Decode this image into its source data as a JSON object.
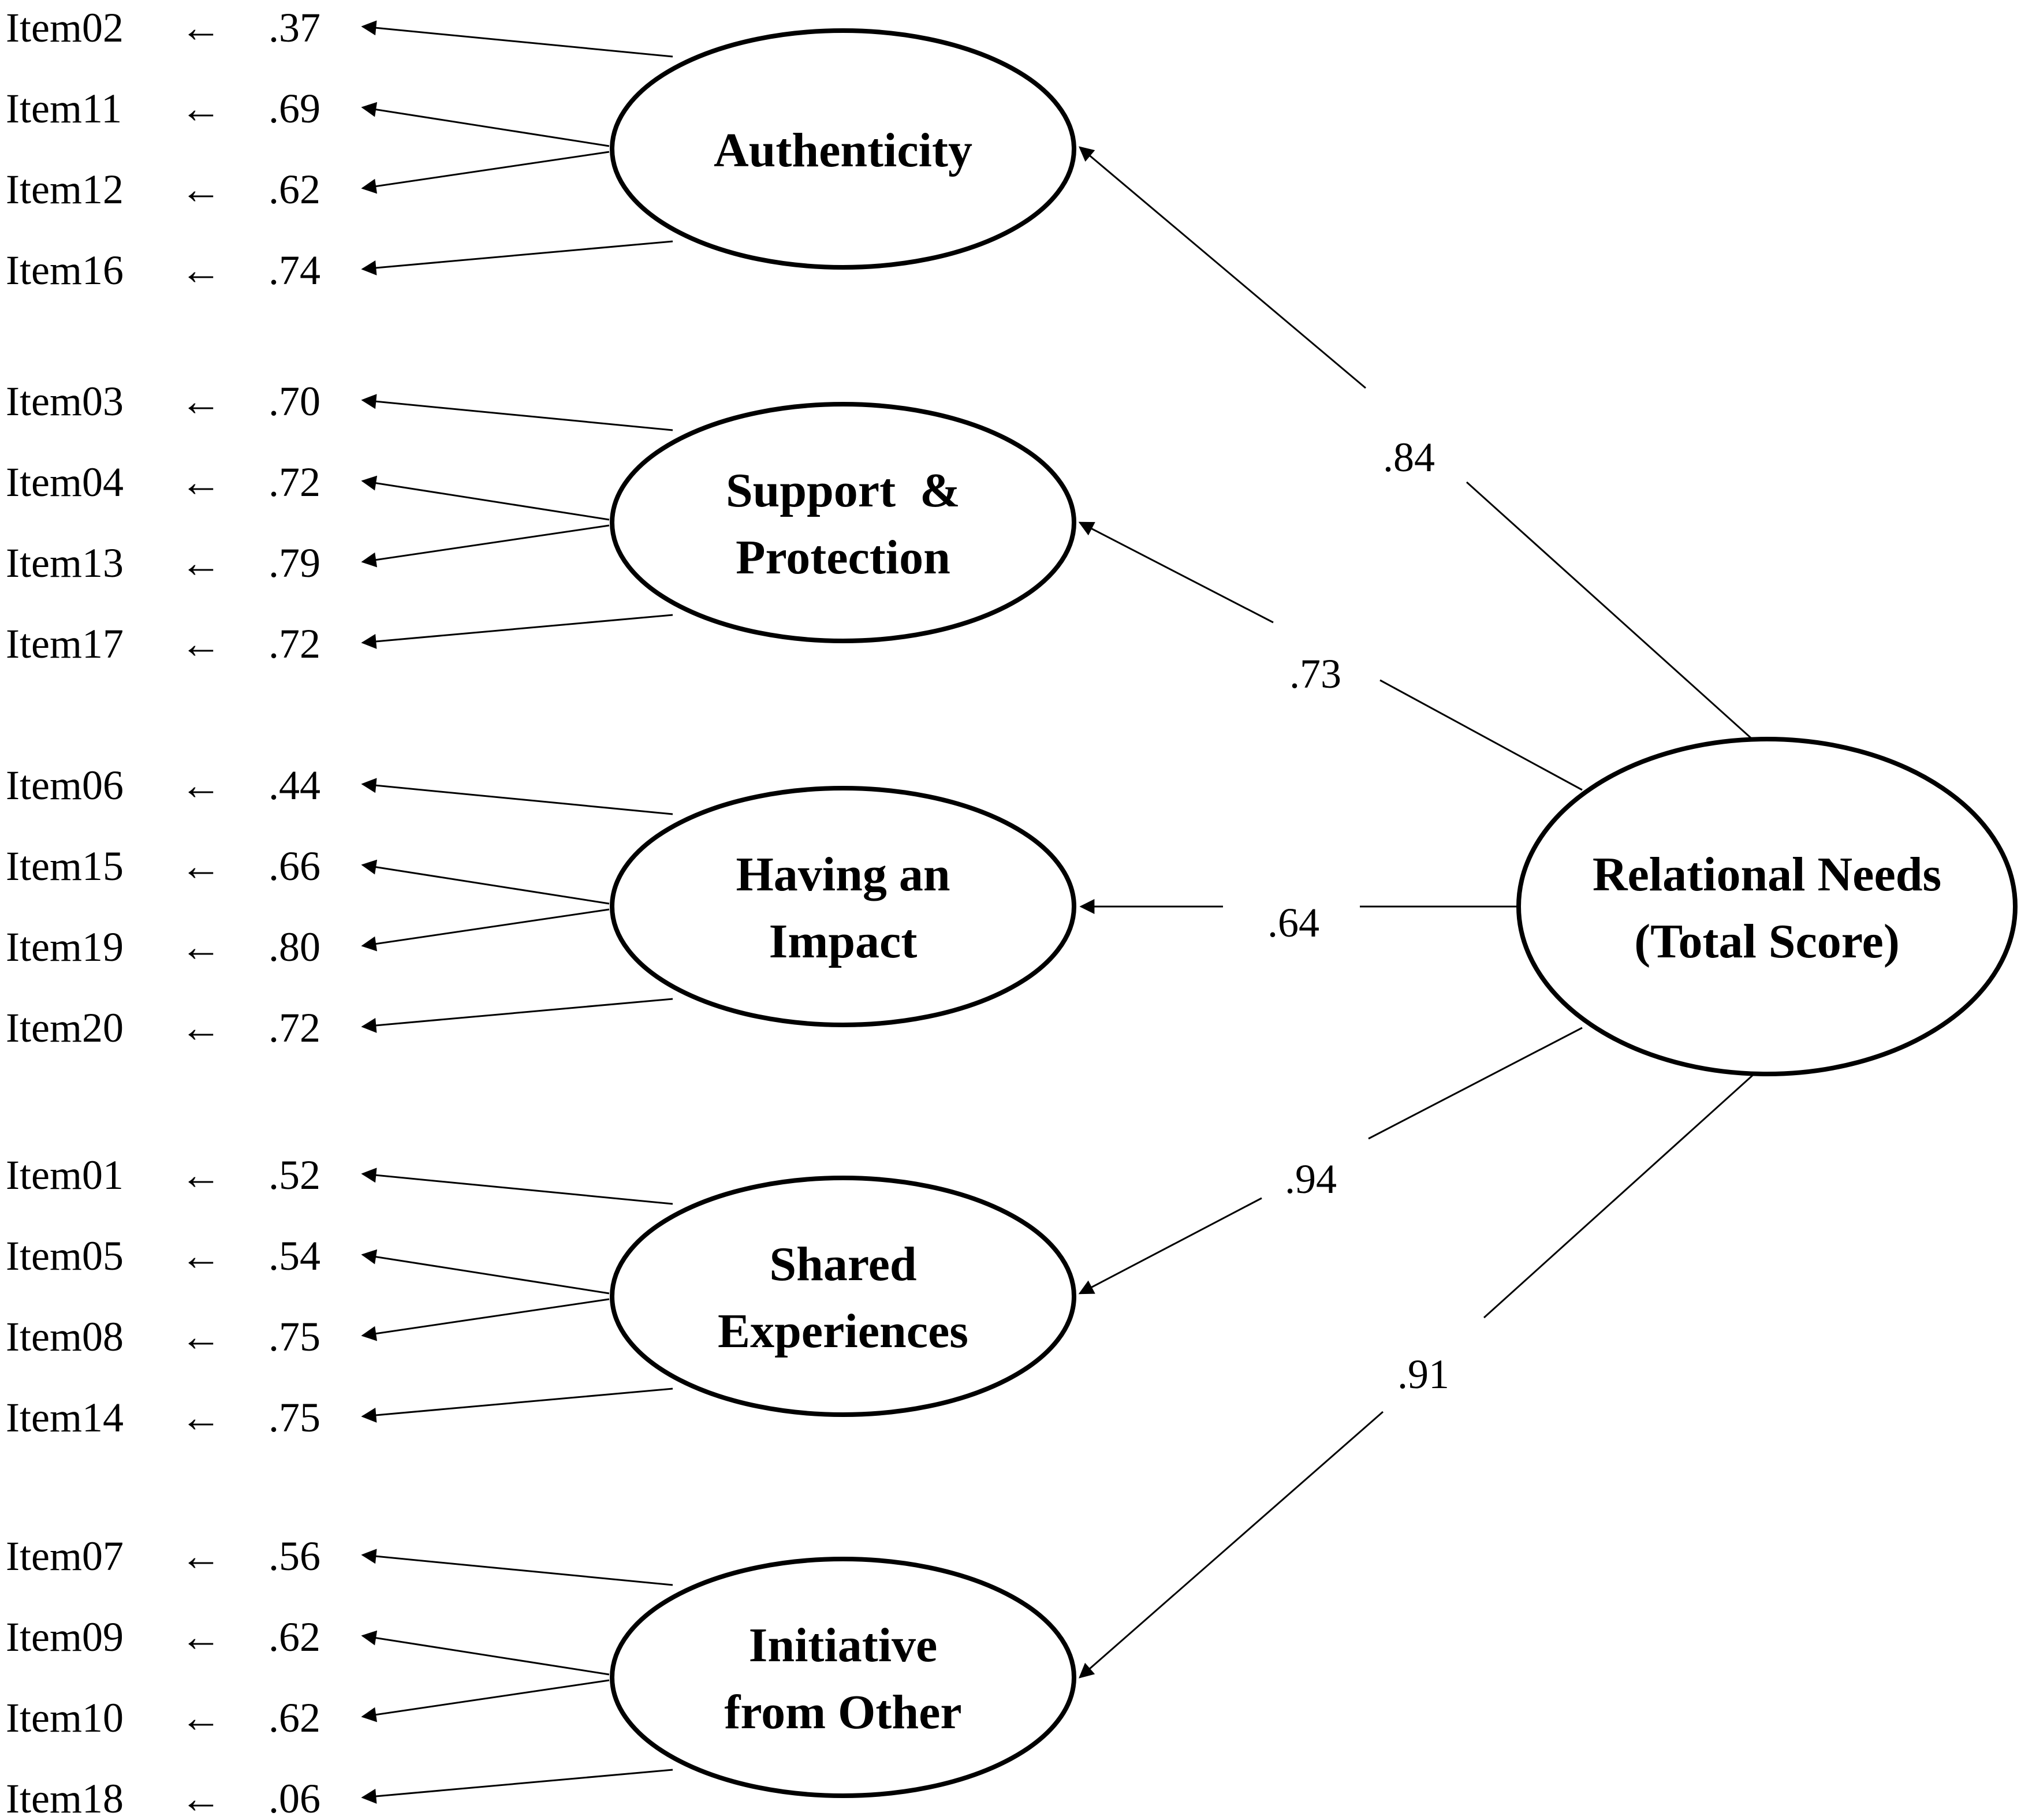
{
  "diagram": {
    "item_arrow_glyph": "←",
    "higher_factor": {
      "label_lines": [
        "Relational Needs",
        "(Total Score)"
      ]
    },
    "factors": [
      {
        "label_lines": [
          "Authenticity"
        ],
        "path_value": ".84",
        "items": [
          {
            "name": "Item02",
            "loading": ".37"
          },
          {
            "name": "Item11",
            "loading": ".69"
          },
          {
            "name": "Item12",
            "loading": ".62"
          },
          {
            "name": "Item16",
            "loading": ".74"
          }
        ]
      },
      {
        "label_lines": [
          "Support  &",
          "Protection"
        ],
        "path_value": ".73",
        "items": [
          {
            "name": "Item03",
            "loading": ".70"
          },
          {
            "name": "Item04",
            "loading": ".72"
          },
          {
            "name": "Item13",
            "loading": ".79"
          },
          {
            "name": "Item17",
            "loading": ".72"
          }
        ]
      },
      {
        "label_lines": [
          "Having an",
          "Impact"
        ],
        "path_value": ".64",
        "items": [
          {
            "name": "Item06",
            "loading": ".44"
          },
          {
            "name": "Item15",
            "loading": ".66"
          },
          {
            "name": "Item19",
            "loading": ".80"
          },
          {
            "name": "Item20",
            "loading": ".72"
          }
        ]
      },
      {
        "label_lines": [
          "Shared",
          "Experiences"
        ],
        "path_value": ".94",
        "items": [
          {
            "name": "Item01",
            "loading": ".52"
          },
          {
            "name": "Item05",
            "loading": ".54"
          },
          {
            "name": "Item08",
            "loading": ".75"
          },
          {
            "name": "Item14",
            "loading": ".75"
          }
        ]
      },
      {
        "label_lines": [
          "Initiative",
          "from Other"
        ],
        "path_value": ".91",
        "items": [
          {
            "name": "Item07",
            "loading": ".56"
          },
          {
            "name": "Item09",
            "loading": ".62"
          },
          {
            "name": "Item10",
            "loading": ".62"
          },
          {
            "name": "Item18",
            "loading": ".06"
          }
        ]
      }
    ]
  }
}
